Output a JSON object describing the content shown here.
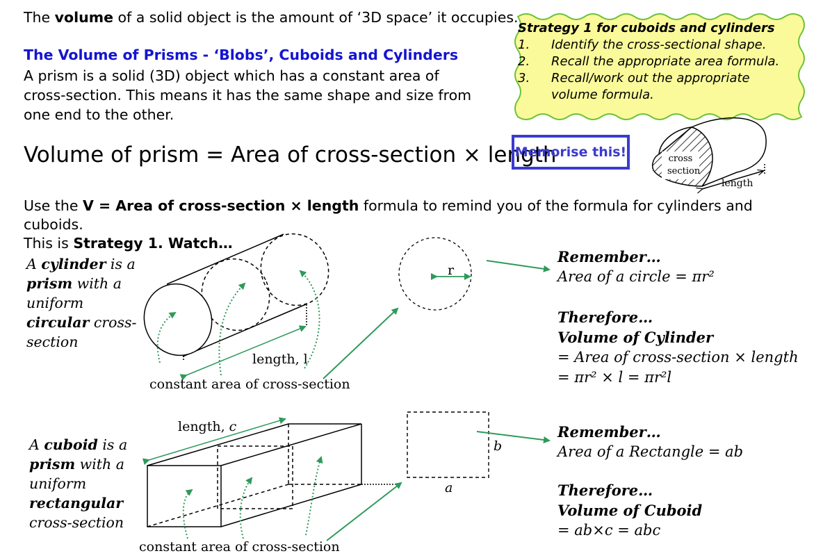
{
  "intro": {
    "pre": "The ",
    "bold": "volume",
    "post": " of a solid object is the amount of ‘3D space’ it occupies."
  },
  "heading": "The Volume of Prisms - ‘Blobs’, Cuboids and Cylinders",
  "paragraph": [
    "A prism is a solid (3D) object which has a constant area of",
    "cross-section.  This means it has the same shape and size from",
    "one end to the other."
  ],
  "formula": "Volume of prism = Area of cross-section × length",
  "memorise": "Memorise this!",
  "strategy_box": {
    "title": "Strategy 1 for cuboids and cylinders",
    "items": [
      {
        "num": "1.",
        "text": "Identify the cross-sectional shape."
      },
      {
        "num": "2.",
        "text": "Recall the appropriate area formula."
      },
      {
        "num": "3.",
        "text": "Recall/work out the appropriate"
      },
      {
        "num": "",
        "text": "volume formula."
      }
    ],
    "fill_color": "#fafa9a",
    "border_color": "#6cc23a"
  },
  "blob_labels": {
    "cross": "cross",
    "section": "section",
    "length": "length"
  },
  "use_line": {
    "pre": "Use the ",
    "bold": "V = Area of cross-section × length",
    "post": " formula to remind you of the formula for cylinders and cuboids.",
    "line2_pre": "This is ",
    "line2_bold": "Strategy 1.  Watch…"
  },
  "cylinder": {
    "desc": [
      "A ",
      "cylinder",
      " is a",
      "prism",
      " with a",
      "uniform",
      "circular",
      " cross-",
      "section"
    ],
    "length_label": "length, l",
    "constant_label": "constant area of cross-section",
    "r_label": "r",
    "remember": "Remember…",
    "area_formula": "Area of a circle = πr²",
    "therefore": "Therefore…",
    "volume_title": "Volume of Cylinder",
    "line1": "= Area of cross-section × length",
    "line2": "= πr² × l = πr²l"
  },
  "cuboid": {
    "desc": [
      "A ",
      "cuboid",
      " is a",
      "prism",
      " with a",
      "uniform",
      "rectangular",
      "cross-section"
    ],
    "length_label": "length, ",
    "length_var": "c",
    "constant_label": "constant area of cross-section",
    "a_label": "a",
    "b_label": "b",
    "remember": "Remember…",
    "area_formula": "Area of a Rectangle = ab",
    "therefore": "Therefore…",
    "volume_title": "Volume of Cuboid",
    "line1": "= ab×c = abc"
  },
  "accent_green": "#2e9a5a",
  "heading_blue": "#1414d2"
}
